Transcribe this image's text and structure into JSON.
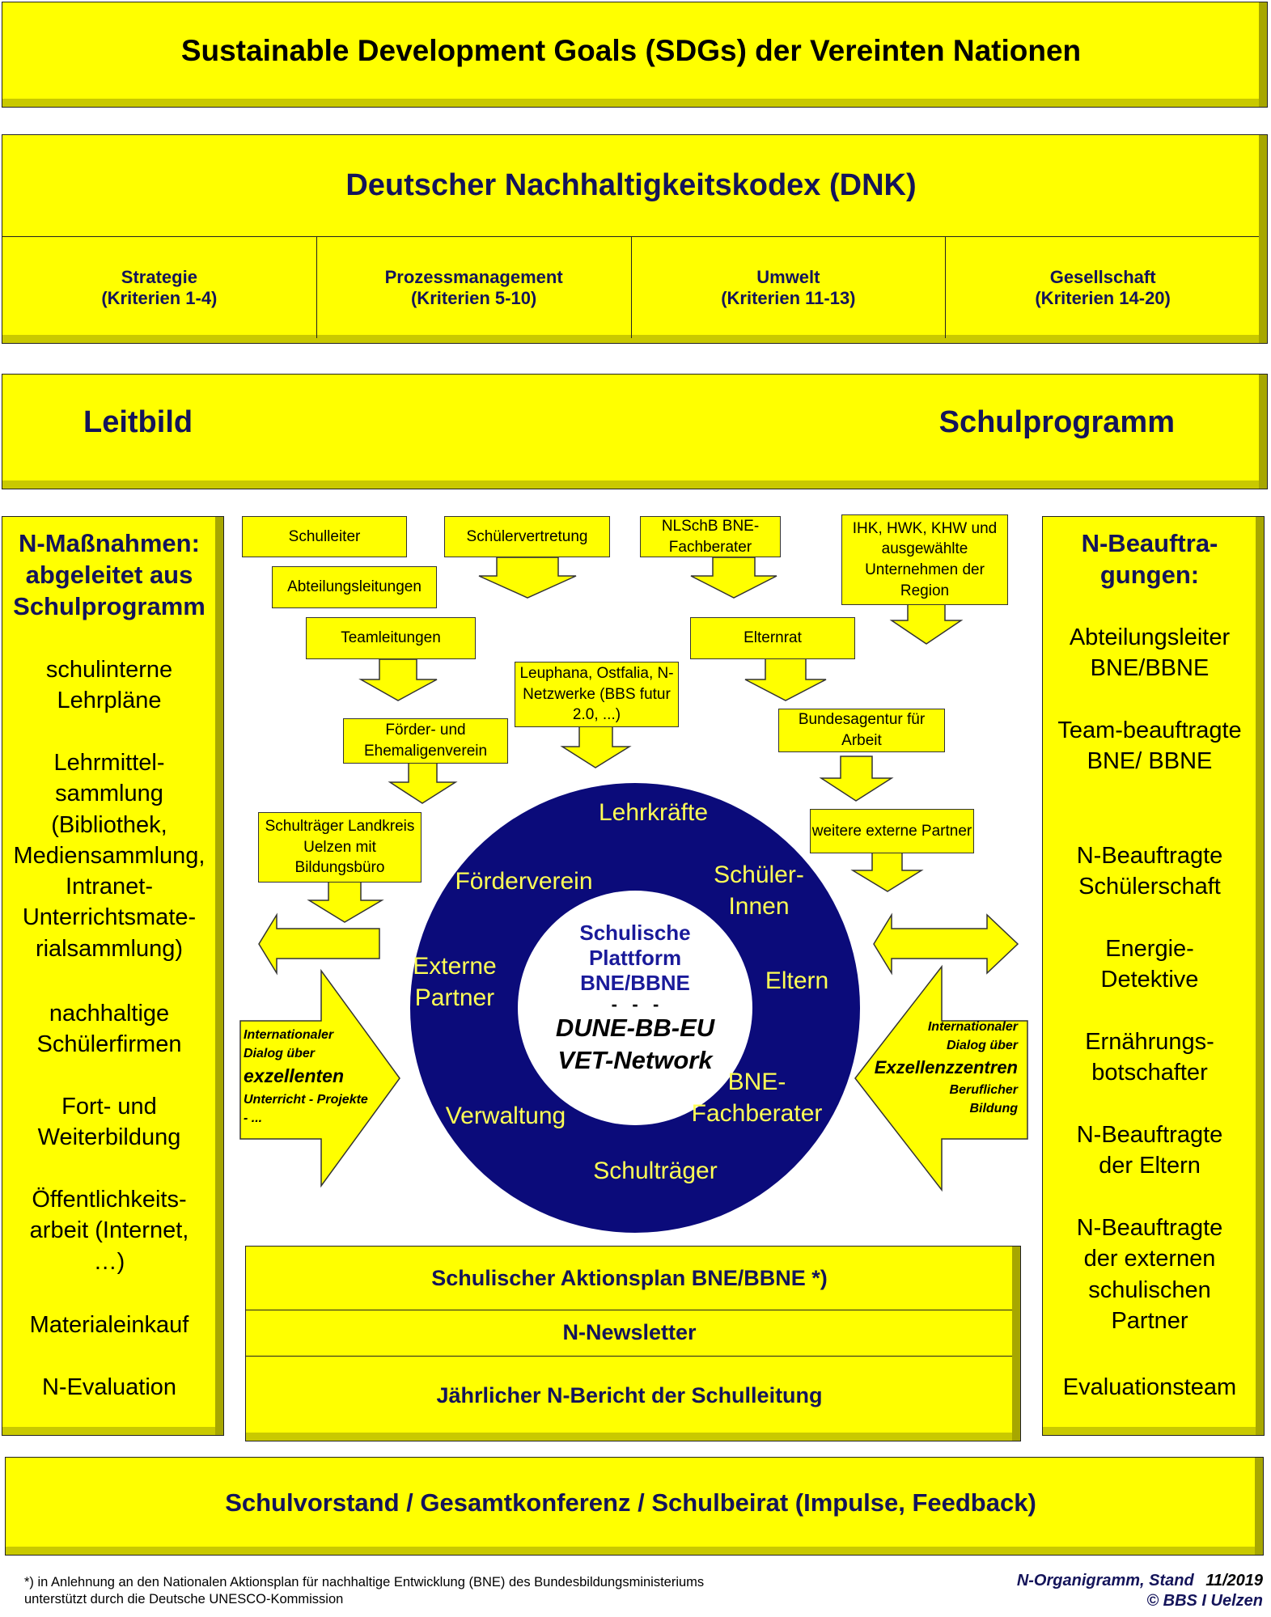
{
  "sdgs_title": "Sustainable Development Goals (SDGs) der Vereinten Nationen",
  "dnk": {
    "title": "Deutscher Nachhaltigkeitskodex (DNK)",
    "columns": [
      {
        "name": "Strategie",
        "criteria": "(Kriterien 1-4)"
      },
      {
        "name": "Prozessmanagement",
        "criteria": "(Kriterien 5-10)"
      },
      {
        "name": "Umwelt",
        "criteria": "(Kriterien 11-13)"
      },
      {
        "name": "Gesellschaft",
        "criteria": "(Kriterien 14-20)"
      }
    ]
  },
  "leitbild": "Leitbild",
  "schulprogramm": "Schulprogramm",
  "left_panel": {
    "title": "N-Maßnahmen: abgeleitet aus Schulprogramm",
    "items": [
      "schulinterne Lehrpläne",
      "Lehrmittel-sammlung (Bibliothek, Mediensammlung, Intranet-Unterrichtsmate-rialsammlung)",
      "nachhaltige Schülerfirmen",
      "Fort- und Weiterbildung",
      "Öffentlichkeits-arbeit (Internet, …)",
      "Materialeinkauf",
      "N-Evaluation"
    ]
  },
  "right_panel": {
    "title": "N-Beauftra-gungen:",
    "items": [
      "Abteilungsleiter BNE/BBNE",
      "Team-beauftragte BNE/ BBNE",
      "N-Beauftragte Schülerschaft",
      "Energie-Detektive",
      "Ernährungs-botschafter",
      "N-Beauftragte der Eltern",
      "N-Beauftragte der externen schulischen Partner",
      "Evaluationsteam"
    ]
  },
  "stakeholders": {
    "schulleiter": "Schulleiter",
    "abteilungsleitungen": "Abteilungsleitungen",
    "teamleitungen": "Teamleitungen",
    "schuelervertretung": "Schülervertretung",
    "nlschb": "NLSchB BNE-Fachberater",
    "ihk": "IHK, HWK, KHW und ausgewählte Unternehmen der Region",
    "elternrat": "Elternrat",
    "leuphana": "Leuphana, Ostfalia, N-Netzwerke (BBS futur 2.0, ...)",
    "foerderverein": "Förder- und Ehemaligenverein",
    "bundesagentur": "Bundesagentur für Arbeit",
    "schultraeger": "Schulträger Landkreis Uelzen mit Bildungsbüro",
    "weitere": "weitere externe Partner"
  },
  "ring": {
    "labels": [
      "Lehrkräfte",
      "Förderverein",
      "Schüler-Innen",
      "Externe Partner",
      "Eltern",
      "Verwaltung",
      "BNE-Fachberater",
      "Schulträger"
    ],
    "center_title": "Schulische Plattform BNE/BBNE",
    "center_dash": "-   -   -",
    "center_sub1": "DUNE-BB-EU",
    "center_sub2": "VET-Network"
  },
  "left_arrow_text": {
    "line1": "Internationaler Dialog über",
    "bold": "exzellenten",
    "line2": "Unterricht - Projekte - ..."
  },
  "right_arrow_text": {
    "line1": "Internationaler Dialog über",
    "bold": "Exzellenzzentren",
    "line2": "Beruflicher Bildung"
  },
  "aktionsplan": {
    "row1": "Schulischer Aktionsplan BNE/BBNE *)",
    "row2": "N-Newsletter",
    "row3": "Jährlicher N-Bericht der Schulleitung"
  },
  "schulvorstand": "Schulvorstand / Gesamtkonferenz / Schulbeirat (Impulse, Feedback)",
  "footnote": {
    "line1": "*) in Anlehnung an den Nationalen Aktionsplan für nachhaltige Entwicklung (BNE) des Bundesbildungsministeriums",
    "line2": "unterstützt durch die Deutsche UNESCO-Kommission"
  },
  "credit": {
    "label": "N-Organigramm, Stand",
    "date": "11/2019",
    "copyright": "© BBS I Uelzen"
  },
  "colors": {
    "yellow": "#ffff00",
    "navy": "#14145a",
    "ring": "#0b0b7a"
  }
}
